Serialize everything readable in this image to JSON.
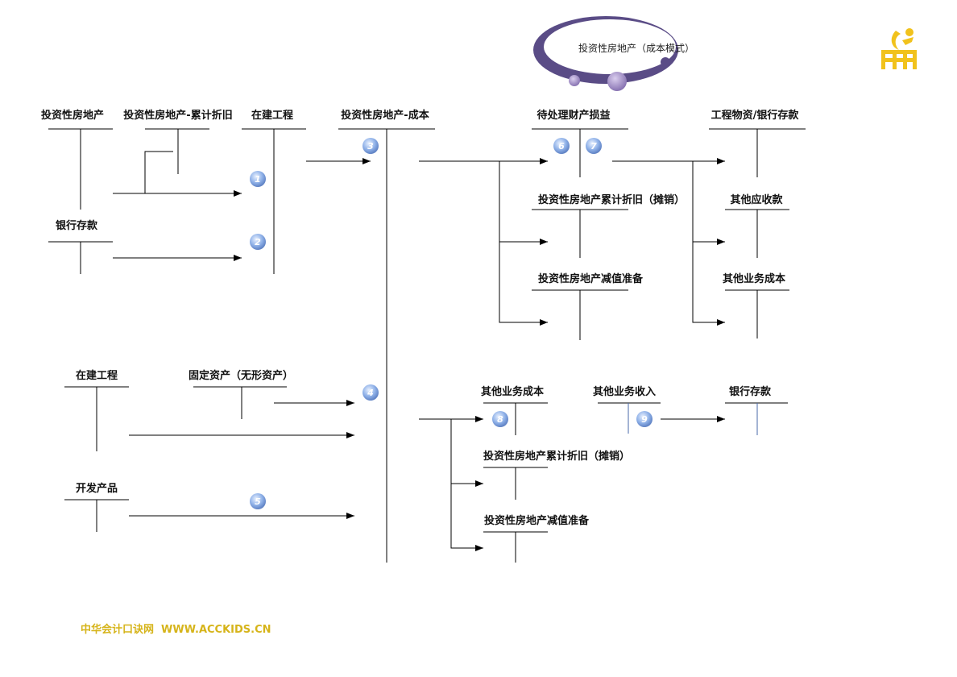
{
  "title": "投资性房地产（成本模式）",
  "footer": "中华会计口诀网  WWW.ACCKIDS.CN",
  "accounts": {
    "a1": "投资性房地产",
    "a2": "投资性房地产-累计折旧",
    "a3": "在建工程",
    "a4": "投资性房地产-成本",
    "a5": "待处理财产损益",
    "a6": "工程物资/银行存款",
    "a7": "银行存款",
    "a8": "投资性房地产累计折旧（摊销）",
    "a9": "其他应收款",
    "a10": "投资性房地产减值准备",
    "a11": "其他业务成本",
    "a12": "在建工程",
    "a13": "固定资产（无形资产）",
    "a14": "开发产品",
    "a15": "其他业务成本",
    "a16": "其他业务收入",
    "a17": "银行存款",
    "a18": "投资性房地产累计折旧（摊销）",
    "a19": "投资性房地产减值准备"
  },
  "steps": {
    "s1": "1",
    "s2": "2",
    "s3": "3",
    "s4": "4",
    "s5": "5",
    "s6": "6",
    "s7": "7",
    "s8": "8",
    "s9": "9"
  },
  "colors": {
    "ring": "#5a4c86",
    "dot": "#9b87bd",
    "logo": "#f1c21c",
    "step": "#8fb1e8"
  }
}
